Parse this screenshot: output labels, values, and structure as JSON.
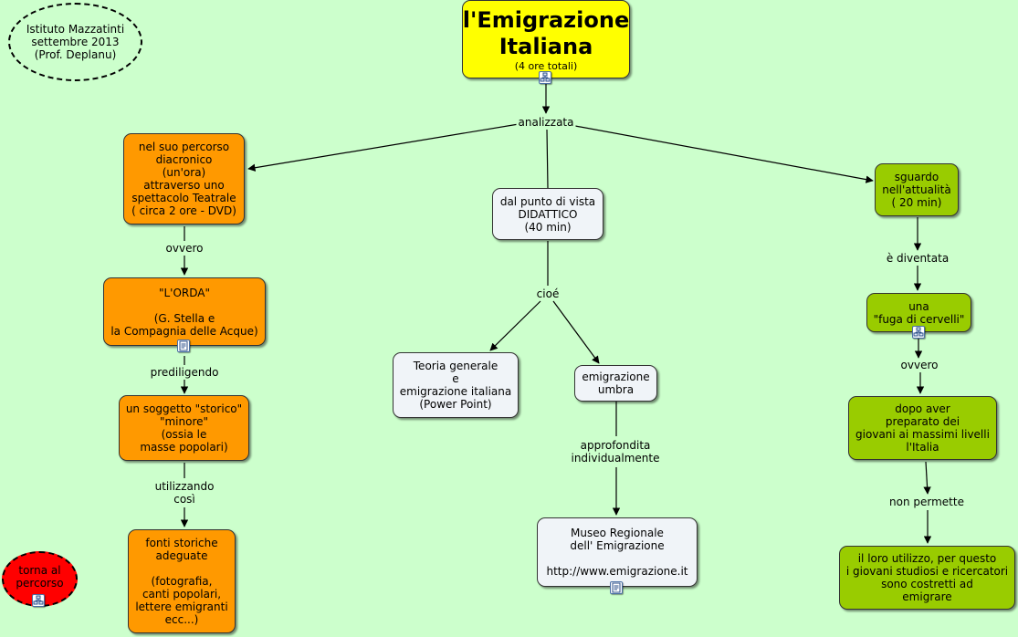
{
  "title": {
    "main": "l'Emigrazione\nItaliana",
    "sub": "(4 ore totali)"
  },
  "author_note": "Istituto Mazzatinti\nsettembre 2013\n(Prof. Deplanu)",
  "back_button": "torna al\npercorso",
  "links": {
    "analizzata": "analizzata",
    "ovvero_left": "ovvero",
    "prediligendo": "prediligendo",
    "utilizzando": "utilizzando\ncosì",
    "cioe": "cioé",
    "approfondita": "approfondita\nindividualmente",
    "e_diventata": "è diventata",
    "ovvero_right": "ovvero",
    "non_permette": "non permette"
  },
  "nodes": {
    "diacronico": "nel suo percorso\ndiacronico\n(un'ora)\nattraverso uno\nspettacolo Teatrale\n( circa 2 ore - DVD)",
    "orda": "\"L'ORDA\"\n\n(G. Stella e\nla Compagnia delle Acque)",
    "soggetto": "un soggetto \"storico\"\n\"minore\"\n(ossia le\nmasse popolari)",
    "fonti": "fonti storiche\nadeguate\n\n(fotografia,\ncanti popolari,\nlettere emigranti\necc...)",
    "didattico": "dal punto di vista\nDIDATTICO\n(40 min)",
    "teoria": "Teoria generale\ne\nemigrazione italiana\n(Power Point)",
    "umbra": "emigrazione\numbra",
    "museo": "Museo Regionale\ndell' Emigrazione\n\nhttp://www.emigrazione.it",
    "sguardo": "sguardo\nnell'attualità\n( 20 min)",
    "fuga": "una\n\"fuga di cervelli\"",
    "dopo": "dopo aver\npreparato dei\ngiovani ai massimi livelli\nl'Italia",
    "utilizzo": "il loro utilizzo, per questo\ni giovani studiosi e ricercatori\nsono costretti ad\nemigrare"
  },
  "colors": {
    "background": "#ccffcc",
    "orange": "#ff9900",
    "green": "#99cc00",
    "white": "#f0f4f8",
    "yellow": "#ffff00",
    "red": "#ff0000"
  }
}
